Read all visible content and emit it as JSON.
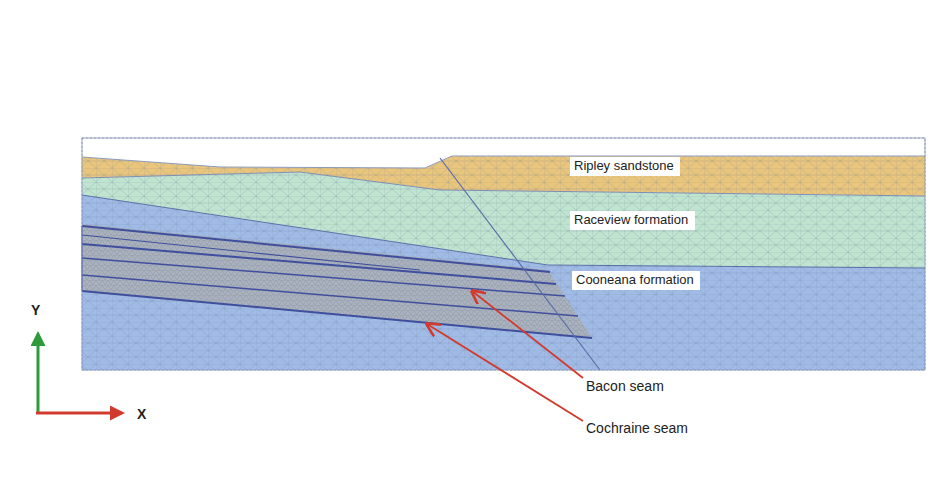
{
  "diagram": {
    "nodes": [
      {
        "text": [
          "Ripley sandstone"
        ]
      },
      {
        "text": [
          "Raceview formation"
        ]
      },
      {
        "text": [
          "Cooneana formation"
        ]
      }
    ],
    "labels": [
      "Bacon seam",
      "Cochraine seam",
      "Y",
      "X"
    ]
  }
}
